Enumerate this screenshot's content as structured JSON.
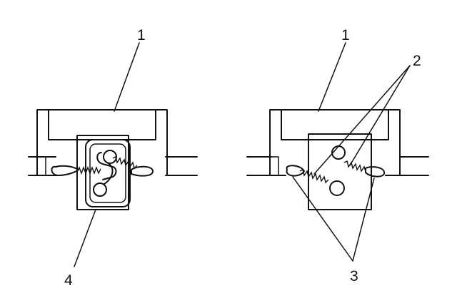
{
  "callouts": {
    "left_top": "1",
    "left_bottom": "4",
    "right_top": "1",
    "right_2": "2",
    "right_3": "3"
  },
  "colors": {
    "ink": "#111111",
    "background": "#ffffff"
  }
}
